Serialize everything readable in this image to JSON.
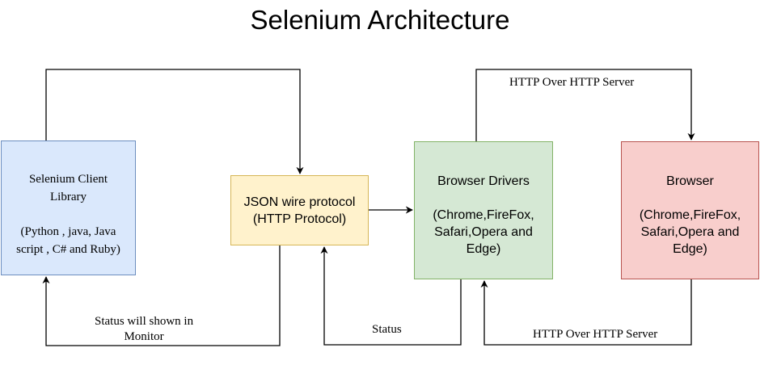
{
  "title": "Selenium Architecture",
  "boxes": {
    "client": {
      "name": "Selenium Client",
      "name2": "Library",
      "langs1": "(Python , java, Java",
      "langs2": "script , C# and Ruby)"
    },
    "json": {
      "line1": "JSON wire protocol",
      "line2": "(HTTP Protocol)"
    },
    "drivers": {
      "name": "Browser Drivers",
      "l1": "(Chrome,FireFox,",
      "l2": "Safari,Opera and",
      "l3": "Edge)"
    },
    "browser": {
      "name": "Browser",
      "l1": "(Chrome,FireFox,",
      "l2": "Safari,Opera and",
      "l3": "Edge)"
    }
  },
  "labels": {
    "top_http": "HTTP Over HTTP Server",
    "status_monitor_1": "Status will shown in",
    "status_monitor_2": "Monitor",
    "status": "Status",
    "bottom_http": "HTTP Over HTTP Server"
  },
  "colors": {
    "client_fill": "#dae8fc",
    "client_stroke": "#6c8ebf",
    "json_fill": "#fff2cc",
    "json_stroke": "#d6b656",
    "drivers_fill": "#d5e8d4",
    "drivers_stroke": "#82b366",
    "browser_fill": "#f8cecc",
    "browser_stroke": "#b85450"
  }
}
